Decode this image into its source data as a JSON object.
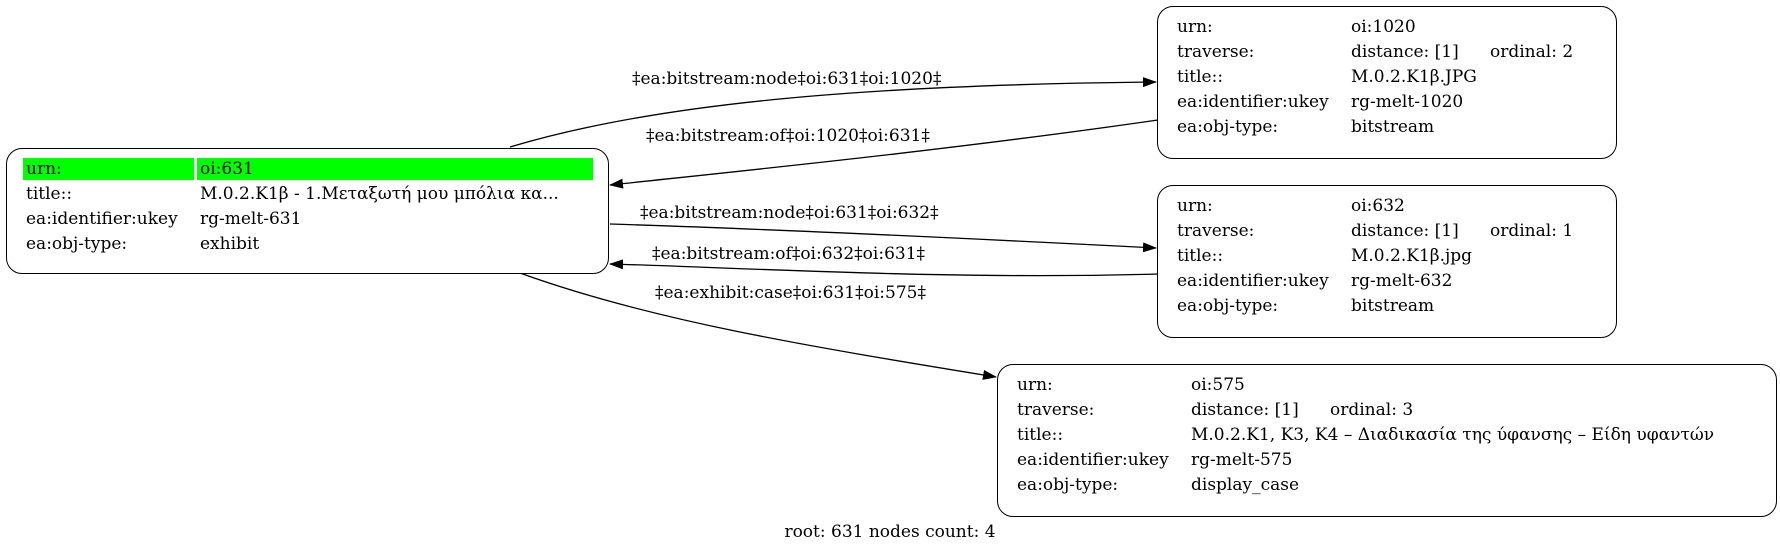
{
  "root_node": {
    "rows": [
      {
        "key": "urn:",
        "value": "oi:631"
      },
      {
        "key": "title::",
        "value": "M.0.2.K1β - 1.Μεταξωτή μου μπόλια κα..."
      },
      {
        "key": "ea:identifier:ukey",
        "value": "rg-melt-631"
      },
      {
        "key": "ea:obj-type:",
        "value": "exhibit"
      }
    ]
  },
  "nodes": [
    {
      "urn_key": "urn:",
      "urn": "oi:1020",
      "traverse_key": "traverse:",
      "distance": "distance: [1]",
      "ordinal": "ordinal: 2",
      "title_key": "title::",
      "title": "M.0.2.K1β.JPG",
      "ukey_key": "ea:identifier:ukey",
      "ukey": "rg-melt-1020",
      "type_key": "ea:obj-type:",
      "type": "bitstream"
    },
    {
      "urn_key": "urn:",
      "urn": "oi:632",
      "traverse_key": "traverse:",
      "distance": "distance: [1]",
      "ordinal": "ordinal: 1",
      "title_key": "title::",
      "title": "M.0.2.K1β.jpg",
      "ukey_key": "ea:identifier:ukey",
      "ukey": "rg-melt-632",
      "type_key": "ea:obj-type:",
      "type": "bitstream"
    },
    {
      "urn_key": "urn:",
      "urn": "oi:575",
      "traverse_key": "traverse:",
      "distance": "distance: [1]",
      "ordinal": "ordinal: 3",
      "title_key": "title::",
      "title": "M.0.2.K1, K3, K4 – Διαδικασία της ύφανσης – Είδη υφαντών",
      "ukey_key": "ea:identifier:ukey",
      "ukey": "rg-melt-575",
      "type_key": "ea:obj-type:",
      "type": "display_case"
    }
  ],
  "edges": [
    {
      "label": "‡ea:bitstream:node‡oi:631‡oi:1020‡"
    },
    {
      "label": "‡ea:bitstream:of‡oi:1020‡oi:631‡"
    },
    {
      "label": "‡ea:bitstream:node‡oi:631‡oi:632‡"
    },
    {
      "label": "‡ea:bitstream:of‡oi:632‡oi:631‡"
    },
    {
      "label": "‡ea:exhibit:case‡oi:631‡oi:575‡"
    }
  ],
  "footer": "root: 631 nodes count: 4",
  "colors": {
    "highlight": "#00ff00",
    "stroke": "#000000"
  }
}
